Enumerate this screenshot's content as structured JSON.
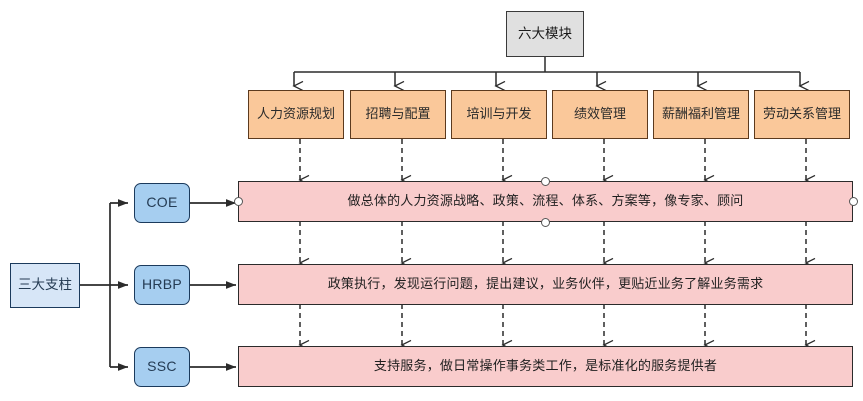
{
  "diagram": {
    "title_node": {
      "label": "六大模块"
    },
    "modules": [
      {
        "label": "人力资源规划"
      },
      {
        "label": "招聘与配置"
      },
      {
        "label": "培训与开发"
      },
      {
        "label": "绩效管理"
      },
      {
        "label": "薪酬福利管理"
      },
      {
        "label": "劳动关系管理"
      }
    ],
    "pillars_root": {
      "label": "三大支柱"
    },
    "pillars": [
      {
        "label": "COE"
      },
      {
        "label": "HRBP"
      },
      {
        "label": "SSC"
      }
    ],
    "descriptions": [
      {
        "for": "COE",
        "text": "做总体的人力资源战略、政策、流程、体系、方案等，像专家、顾问"
      },
      {
        "for": "HRBP",
        "text": "政策执行，发现运行问题，提出建议，业务伙伴，更贴近业务了解业务需求"
      },
      {
        "for": "SSC",
        "text": "支持服务，做日常操作事务类工作，是标准化的服务提供者"
      }
    ],
    "colors": {
      "module_fill": "#fac89a",
      "module_stroke": "#5c3a1e",
      "pillar_fill": "#a6cef0",
      "pillar_stroke": "#1b3a5c",
      "root_fill": "#d7e6f7",
      "description_fill": "#f9cccc",
      "description_stroke": "#2b2b2b",
      "title_fill": "#e0e0e0",
      "edge_stroke": "#2b2b2b",
      "background": "#ffffff"
    }
  }
}
